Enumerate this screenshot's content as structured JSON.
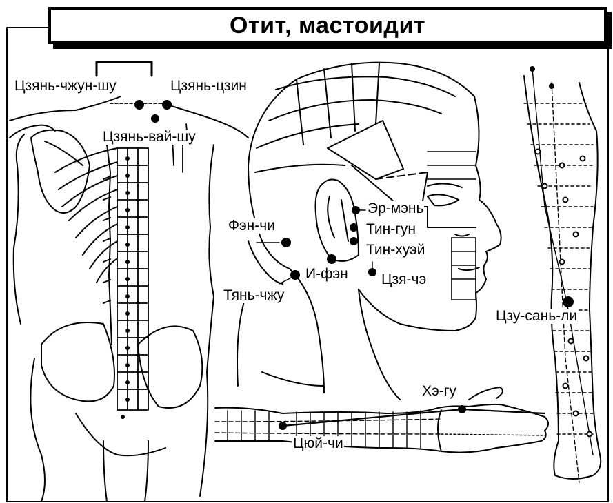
{
  "title": "Отит, мастоидит",
  "points": [
    {
      "id": "tszyan-chzhun-shu",
      "label": "Цзянь-чжун-шу"
    },
    {
      "id": "tszyan-tszin",
      "label": "Цзянь-цзин"
    },
    {
      "id": "tszyan-vay-shu",
      "label": "Цзянь-вай-шу"
    },
    {
      "id": "er-men",
      "label": "Эр-мэнь"
    },
    {
      "id": "fen-chi",
      "label": "Фэн-чи"
    },
    {
      "id": "tin-gun",
      "label": "Тин-гун"
    },
    {
      "id": "tin-khuey",
      "label": "Тин-хуэй"
    },
    {
      "id": "i-fen",
      "label": "И-фэн"
    },
    {
      "id": "tszya-che",
      "label": "Цзя-чэ"
    },
    {
      "id": "tyan-chzhu",
      "label": "Тянь-чжу"
    },
    {
      "id": "tszu-san-li",
      "label": "Цзу-сань-ли"
    },
    {
      "id": "khe-gu",
      "label": "Хэ-гу"
    },
    {
      "id": "tsyuy-chi",
      "label": "Цюй-чи"
    }
  ],
  "colors": {
    "ink": "#000000",
    "paper": "#ffffff"
  }
}
